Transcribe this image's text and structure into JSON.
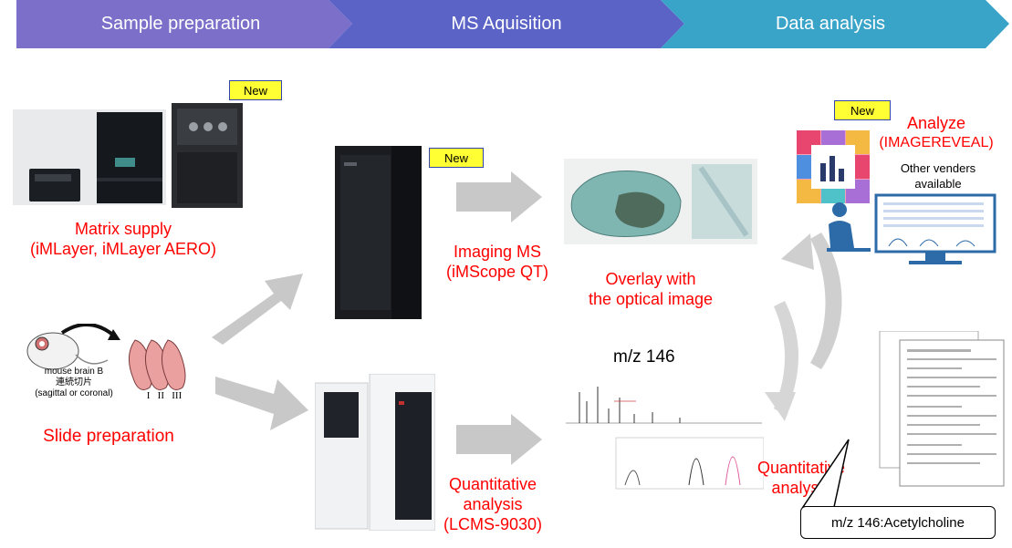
{
  "stages": [
    {
      "label": "Sample preparation",
      "color": "#7b6fc9"
    },
    {
      "label": "MS Aquisition",
      "color": "#5b63c6"
    },
    {
      "label": "Data analysis",
      "color": "#3aa3c8"
    }
  ],
  "badges": {
    "new": "New"
  },
  "matrix_supply": {
    "line1": "Matrix supply",
    "line2": "(iMLayer,  iMLayer AERO)"
  },
  "slide_prep": {
    "title": "Slide preparation",
    "caption1": "mouse brain  B",
    "caption2": "連続切片",
    "caption3": "(sagittal or coronal)",
    "roman": "I   II   III"
  },
  "imaging_ms": {
    "line1": "Imaging MS",
    "line2": "(iMScope QT)"
  },
  "overlay": {
    "line1": "Overlay with",
    "line2": "the optical image"
  },
  "quant_lcms": {
    "line1": "Quantitative",
    "line2": "analysis",
    "line3": "(LCMS-9030)"
  },
  "mz_label": "m/z 146",
  "analyze": {
    "line1": "Analyze",
    "line2": "(IMAGEREVEAL)"
  },
  "other_vendors": {
    "line1": "Other venders",
    "line2": "available"
  },
  "quant_right": {
    "line1": "Quantitative",
    "line2": "analysis"
  },
  "callout": "m/z 146:Acetylcholine",
  "colors": {
    "red_text": "#ff0000",
    "arrow_gray": "#c8c8c8",
    "badge_fill": "#ffff33"
  }
}
